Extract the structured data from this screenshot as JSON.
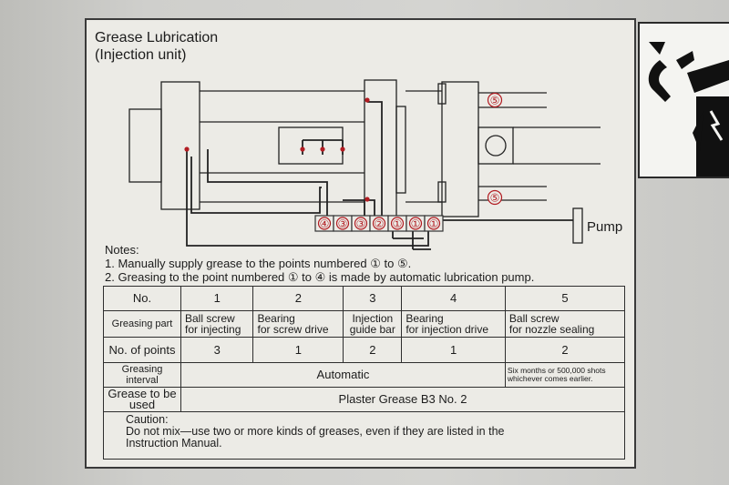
{
  "plate": {
    "title_line1": "Grease Lubrication",
    "title_line2": "(Injection unit)"
  },
  "diagram": {
    "block_labels": [
      "④",
      "③",
      "③",
      "②",
      "①",
      "①",
      "①"
    ],
    "callouts": [
      "⑤",
      "⑤"
    ],
    "pump_label": "Pump",
    "accent_color": "#b21c22"
  },
  "notes": {
    "heading": "Notes:",
    "items": [
      "1. Manually supply grease to the points numbered ① to ⑤.",
      "2. Greasing to the point numbered ① to ④ is made by automatic lubrication pump."
    ]
  },
  "table": {
    "header": [
      "No.",
      "1",
      "2",
      "3",
      "4",
      "5"
    ],
    "parts": {
      "label": "Greasing part",
      "cells": [
        [
          "Ball screw",
          "for injecting"
        ],
        [
          "Bearing",
          "for screw drive"
        ],
        [
          "Injection",
          "guide bar"
        ],
        [
          "Bearing",
          "for injection drive"
        ],
        [
          "Ball screw",
          "for nozzle sealing"
        ]
      ]
    },
    "points": {
      "label": "No. of points",
      "values": [
        "3",
        "1",
        "2",
        "1",
        "2"
      ]
    },
    "interval": {
      "label": "Greasing interval",
      "auto": "Automatic",
      "manual": [
        "Six months or 500,000 shots",
        "whichever comes earlier."
      ]
    },
    "grease": {
      "label": "Grease to be used",
      "value": "Plaster Grease B3 No. 2"
    }
  },
  "caution": {
    "heading": "Caution:",
    "lines": [
      "Do not mix—use two or more kinds of greases, even if they are listed in the",
      "Instruction Manual."
    ]
  },
  "warning_sign": {
    "icon": "hand-crush-icon"
  }
}
